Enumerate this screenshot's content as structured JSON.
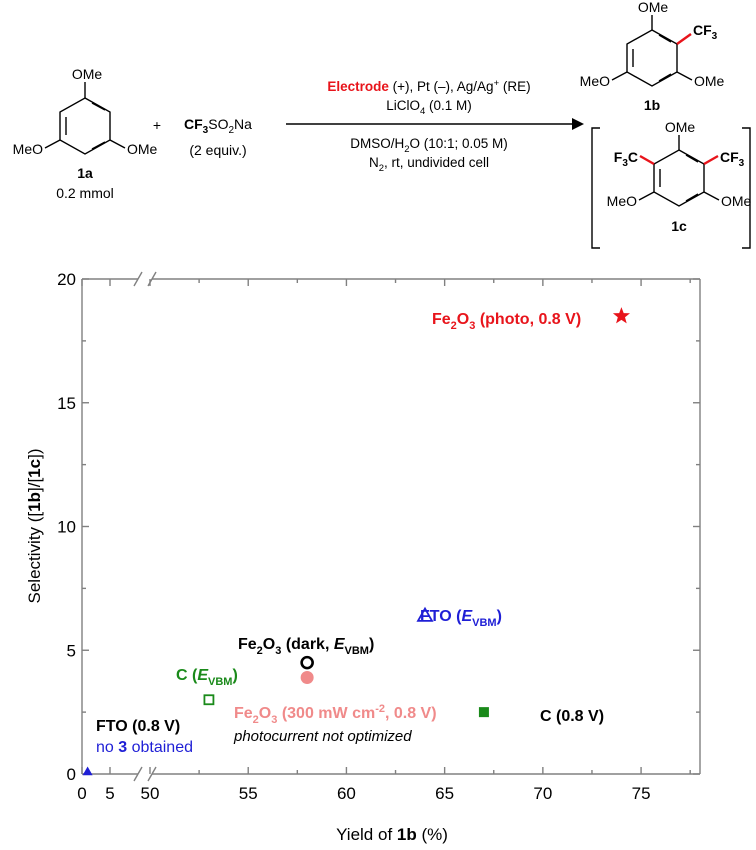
{
  "scheme": {
    "sm_label": "1a",
    "sm_amount": "0.2 mmol",
    "sm_ome_top": "OMe",
    "sm_meo_left": "MeO",
    "sm_ome_right": "OMe",
    "plus": "+",
    "reagent_cf": "CF",
    "reagent_3": "3",
    "reagent_so": "SO",
    "reagent_2": "2",
    "reagent_na": "Na",
    "reagent_equiv": "(2 equiv.)",
    "cond_electrode": "Electrode",
    "cond_line1_rest": " (+), Pt (–), Ag/Ag",
    "cond_line1_sup": "+",
    "cond_line1_end": " (RE)",
    "cond_line2_a": "LiClO",
    "cond_line2_sub": "4",
    "cond_line2_b": " (0.1 M)",
    "cond_line3_a": "DMSO/H",
    "cond_line3_sub": "2",
    "cond_line3_b": "O (10:1; 0.05 M)",
    "cond_line4_a": "N",
    "cond_line4_sub": "2",
    "cond_line4_b": ", rt, undivided cell",
    "p1_label": "1b",
    "p1_ome_top": "OMe",
    "p1_cf3": "CF",
    "p1_cf3_sub": "3",
    "p1_meo_left": "MeO",
    "p1_ome_right": "OMe",
    "p2_label": "1c",
    "p2_ome_top": "OMe",
    "p2_f3c": "F",
    "p2_f3c_sub": "3",
    "p2_f3c_c": "C",
    "p2_cf3": "CF",
    "p2_cf3_sub": "3",
    "p2_meo_left": "MeO",
    "p2_ome_right": "OMe"
  },
  "colors": {
    "red": "#e8141b",
    "blue": "#1f1fd6",
    "green": "#1a8a1a",
    "pink": "#f08a8a",
    "axis": "#808080"
  },
  "chart_data": {
    "type": "scatter",
    "xlabel_a": "Yield of ",
    "xlabel_b": "1b",
    "xlabel_c": " (%)",
    "ylabel_a": "Selectivity ([",
    "ylabel_b": "1b",
    "ylabel_c": "]/[",
    "ylabel_d": "1c",
    "ylabel_e": "])",
    "x_break": [
      10,
      50
    ],
    "xlim": [
      0,
      78
    ],
    "ylim": [
      0,
      20
    ],
    "x_ticks": [
      0,
      5,
      50,
      55,
      60,
      65,
      70,
      75
    ],
    "x_tick_labels": [
      "0",
      "5",
      "50",
      "55",
      "60",
      "65",
      "70",
      "75"
    ],
    "y_ticks": [
      0,
      5,
      10,
      15,
      20
    ],
    "y_tick_labels": [
      "0",
      "5",
      "10",
      "15",
      "20"
    ],
    "points": [
      {
        "x": 74,
        "y": 18.5,
        "marker": "star",
        "color": "#e8141b"
      },
      {
        "x": 64,
        "y": 6.4,
        "marker": "triangle-open",
        "color": "#1f1fd6"
      },
      {
        "x": 58,
        "y": 4.5,
        "marker": "circle-open",
        "color": "#000000"
      },
      {
        "x": 58,
        "y": 3.9,
        "marker": "circle",
        "color": "#f08a8a"
      },
      {
        "x": 53,
        "y": 3.0,
        "marker": "square-open",
        "color": "#1a8a1a"
      },
      {
        "x": 67,
        "y": 2.5,
        "marker": "square",
        "color": "#1a8a1a"
      },
      {
        "x": 1,
        "y": 0.1,
        "marker": "triangle",
        "color": "#1f1fd6"
      }
    ],
    "annotations": {
      "fe_photo_a": "Fe",
      "fe_photo_sub1": "2",
      "fe_photo_b": "O",
      "fe_photo_sub2": "3",
      "fe_photo_c": " (photo, 0.8 V)",
      "fto_vbm_a": "FTO (",
      "fto_vbm_e": "E",
      "fto_vbm_sub": "VBM",
      "fto_vbm_c": ")",
      "fe_dark_a": "Fe",
      "fe_dark_sub1": "2",
      "fe_dark_b": "O",
      "fe_dark_sub2": "3",
      "fe_dark_c": " (dark, ",
      "fe_dark_e": "E",
      "fe_dark_sub3": "VBM",
      "fe_dark_d": ")",
      "c_vbm_a": "C (",
      "c_vbm_e": "E",
      "c_vbm_sub": "VBM",
      "c_vbm_c": ")",
      "fe_300_a": "Fe",
      "fe_300_sub1": "2",
      "fe_300_b": "O",
      "fe_300_sub2": "3",
      "fe_300_c": " (300 mW cm",
      "fe_300_sup": "-2",
      "fe_300_d": ", 0.8 V)",
      "fe_300_note": "photocurrent not optimized",
      "c_08": "C (0.8 V)",
      "fto_08": "FTO (0.8 V)",
      "no3_a": "no ",
      "no3_b": "3",
      "no3_c": " obtained"
    }
  }
}
